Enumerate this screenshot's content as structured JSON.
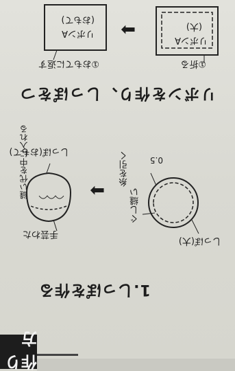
{
  "header": {
    "tab_label": "作り方"
  },
  "step1": {
    "title": "1.しっぽを作る",
    "left_figure": {
      "label_tail_fabric": "しっぽ(大)",
      "label_cut_line": "0.5",
      "label_sew_line": "ぐし縫い",
      "label_pull": "糸を引く"
    },
    "right_figure": {
      "label_top": "しっぽ(おもて)",
      "label_bottom": "手芸わた",
      "label_side": "縫い代を中に入れる"
    }
  },
  "step2": {
    "title": "リボンを作り、しっぽをつ",
    "left_figure": {
      "box_line1": "リボンA",
      "box_line2": "(大)",
      "label_fold": "①折る"
    },
    "right_figure": {
      "box_line1": "リボンA",
      "box_line2": "(おもて)",
      "label_flip": "①おもてに返す"
    }
  }
}
